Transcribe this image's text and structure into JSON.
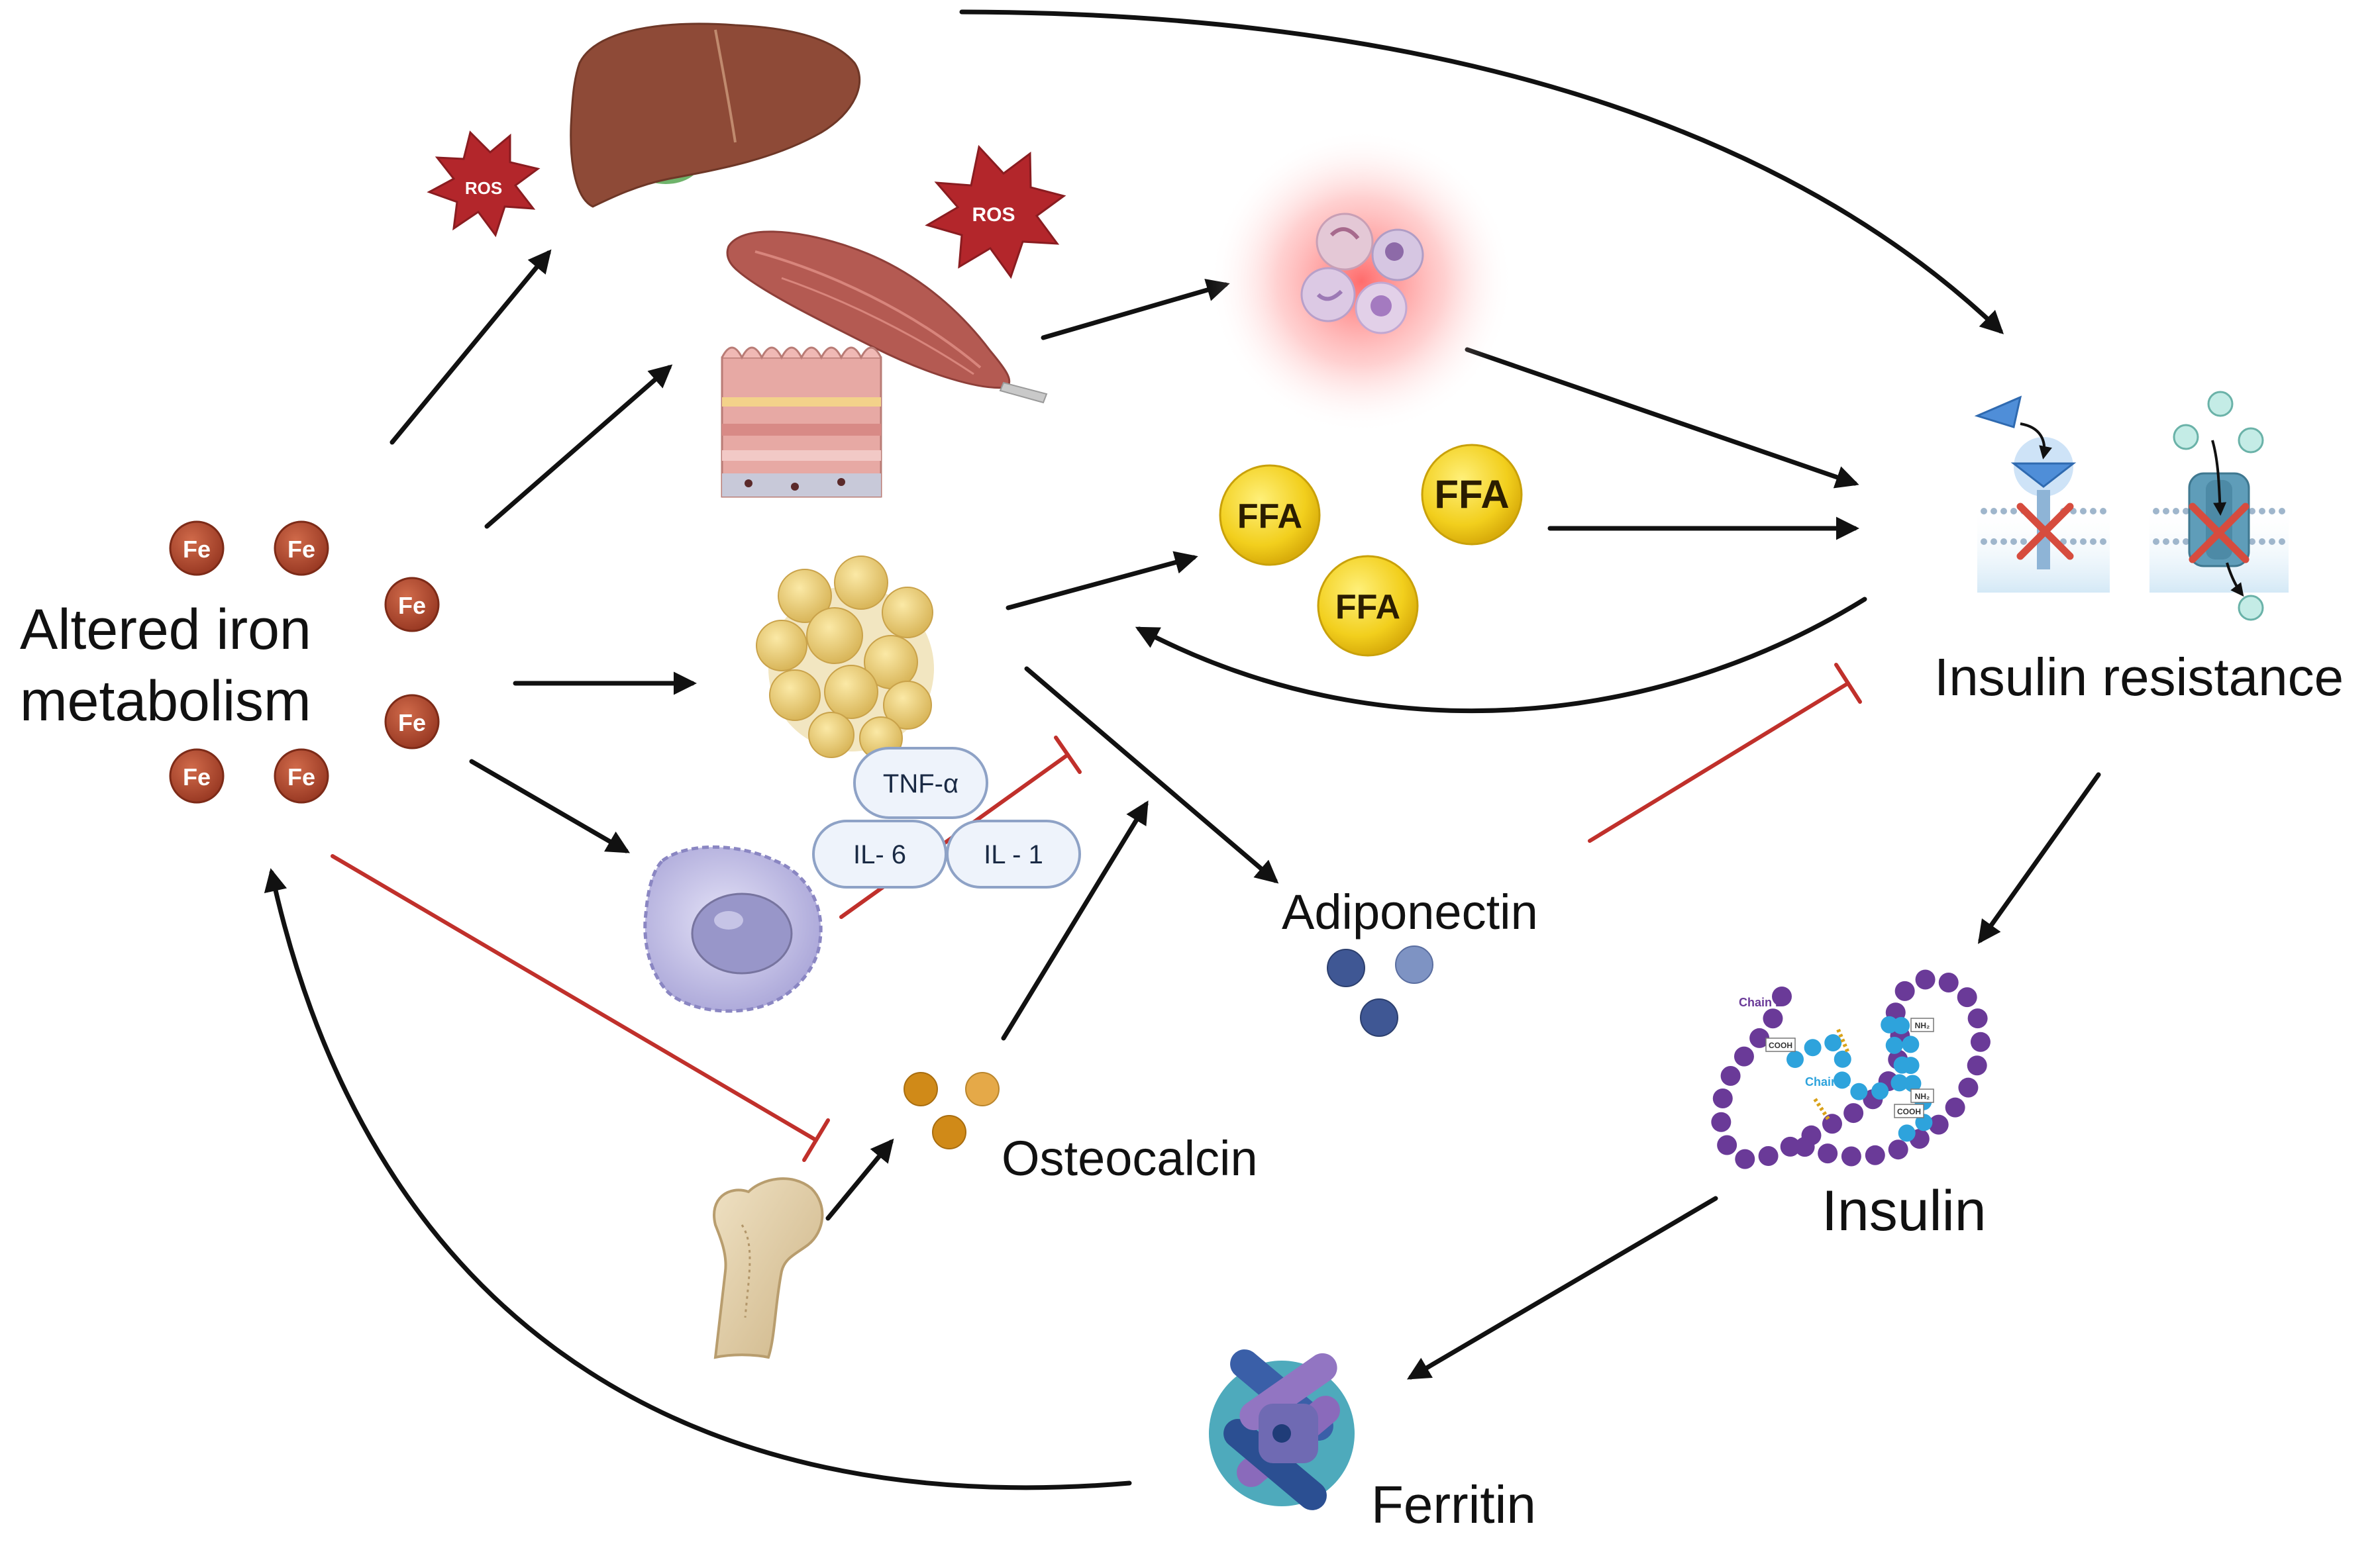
{
  "labels": {
    "altered_iron_1": "Altered iron",
    "altered_iron_2": "metabolism",
    "insulin_resistance": "Insulin resistance",
    "adiponectin": "Adiponectin",
    "osteocalcin": "Osteocalcin",
    "insulin": "Insulin",
    "ferritin": "Ferritin"
  },
  "iron_atoms": [
    "Fe",
    "Fe",
    "Fe",
    "Fe",
    "Fe",
    "Fe"
  ],
  "ros": [
    "ROS",
    "ROS"
  ],
  "ffa": [
    "FFA",
    "FFA",
    "FFA"
  ],
  "cytokines": {
    "tnf": "TNF-α",
    "il6": "IL- 6",
    "il1": "IL - 1"
  },
  "insulin_chains": {
    "chain_b": "Chain B",
    "chain_a": "Chain A",
    "nh2_1": "NH₂",
    "nh2_2": "NH₂",
    "cooh_1": "COOH",
    "cooh_2": "COOH"
  },
  "colors": {
    "arrow": "#111111",
    "inhibit": "#c0302b",
    "iron": "#b5492f",
    "ros": "#b3262b",
    "ffa": "#f2cf1d",
    "adiponectin": "#3f5794",
    "osteocalcin": "#d08a18",
    "liver": "#8e4a37",
    "muscle": "#b45a52",
    "insulin_chain_b": "#6a3a98",
    "insulin_chain_a": "#2ea3dc",
    "ferritin": "#3a5fa8"
  }
}
